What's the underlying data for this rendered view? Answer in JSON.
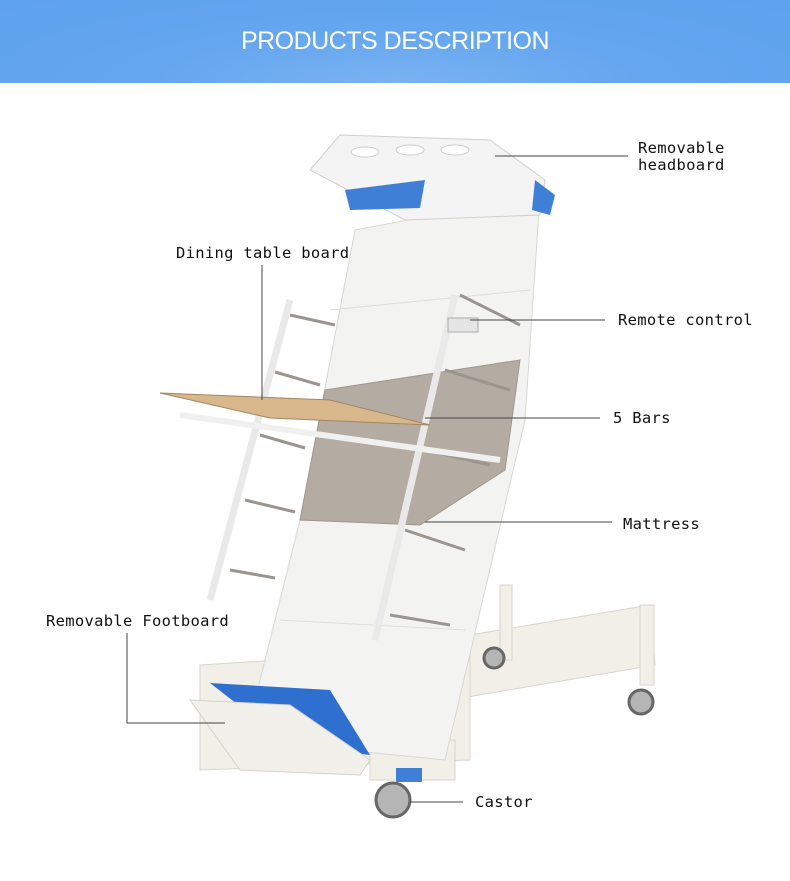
{
  "header": {
    "title": "PRODUCTS DESCRIPTION",
    "background": "#62a4ef"
  },
  "labels": {
    "headboard": [
      "Removable",
      "headboard"
    ],
    "dining_table": "Dining table board",
    "remote": "Remote control",
    "bars": "5 Bars",
    "mattress": "Mattress",
    "footboard": "Removable Footboard",
    "castor": "Castor"
  }
}
